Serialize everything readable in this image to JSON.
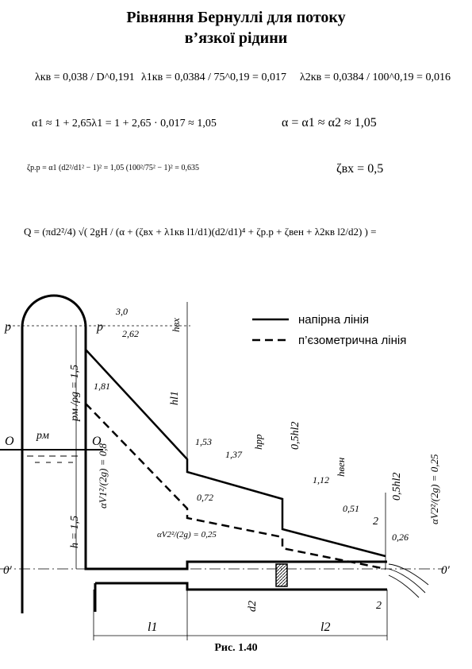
{
  "title_line1": "Рівняння  Бернуллі для потоку",
  "title_line2": "в’язкої  рідини",
  "formulas": {
    "f1": "λкв = 0,038 / D^0,191",
    "f2": "λ1кв = 0,0384 / 75^0,19 = 0,017",
    "f3": "λ2кв = 0,0384 / 100^0,19 = 0,016",
    "f4": "α1 ≈ 1 + 2,65λ1 = 1 + 2,65 · 0,017 ≈ 1,05",
    "f5": "α = α1 ≈ α2 ≈ 1,05",
    "f6": "ζр.р = α1 (d2²/d1² − 1)² = 1,05 (100²/75² − 1)² = 0,635",
    "f7": "ζвх = 0,5",
    "f8": "Q = (πd2²/4) √( 2gH / (α + (ζвх + λ1кв l1/d1)(d2/d1)⁴ + ζр.р + ζвен + λ2кв l2/d2) ) ="
  },
  "legend": {
    "pressure_line": "напірна лінія",
    "piezometric_line": "п’єзометрична лінія"
  },
  "diagram": {
    "p_left": "p",
    "p_right": "p",
    "O_left": "O",
    "O_right": "O",
    "zero_left": "0′",
    "zero_right": "0′",
    "p_m": "pм",
    "pm_rho_g": "pм /ρg = 1,5",
    "h": "h = 1,5",
    "h_vx": "hвх",
    "h_l1": "hl1",
    "h_rr": "hрр",
    "h_l2_half_a": "0,5hl2",
    "h_l2_half_b": "0,5hl2",
    "h_ven": "hвен",
    "av1": "αV1²/(2g) = 0,8",
    "av2_mid": "αV2²/(2g) = 0,25",
    "av2_right": "αV2²/(2g) = 0,25",
    "d2": "d2",
    "l1": "l1",
    "l2": "l2",
    "sec2_top": "2",
    "sec2_bottom": "2",
    "levels": [
      "3,0",
      "2,62",
      "1,81",
      "1,53",
      "1,37",
      "0,72",
      "1,12",
      "0,51",
      "0,26"
    ]
  },
  "caption": "Рис. 1.40"
}
